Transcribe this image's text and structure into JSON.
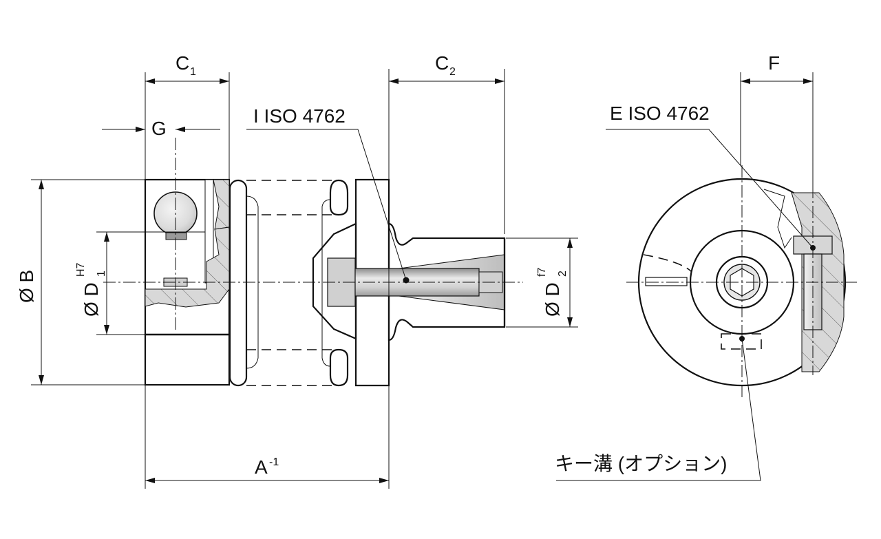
{
  "dimensions": {
    "c1": "C",
    "c1_sub": "1",
    "c2": "C",
    "c2_sub": "2",
    "g": "G",
    "f": "F",
    "b": "Ø B",
    "d1": "Ø D",
    "d1_sub": "1",
    "d1_sup": "H7",
    "d2": "Ø D",
    "d2_sub": "2",
    "d2_sup": "f7",
    "a": "A",
    "a_sup": "-1"
  },
  "callouts": {
    "screw_i": "I ISO  4762",
    "screw_e": "E ISO 4762",
    "keyway": "キー溝 (オプション)"
  },
  "colors": {
    "line": "#111111",
    "metal_light": "#e6e6e6",
    "metal_mid": "#c8c8c8",
    "metal_dark": "#9a9a9a"
  }
}
